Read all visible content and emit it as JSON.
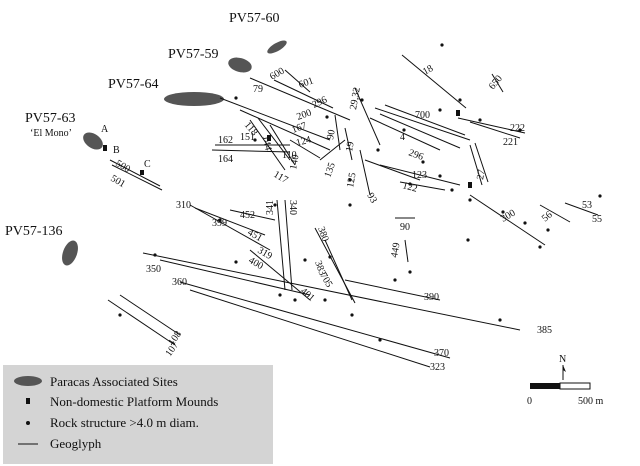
{
  "sites": {
    "pv57_60": "PV57-60",
    "pv57_59": "PV57-59",
    "pv57_64": "PV57-64",
    "pv57_63": "PV57-63",
    "el_mono": "‘El Mono’",
    "pv57_136": "PV57-136",
    "a": "A",
    "b": "B",
    "c": "C"
  },
  "geoglyph_labels": {
    "g18": "18",
    "g650": "650",
    "g600": "600",
    "g601": "601",
    "g79": "79",
    "g296a": "296",
    "g200": "200",
    "g2932": "29,32",
    "g700": "700",
    "g118": "118",
    "g167": "167",
    "g222": "222",
    "g221": "221",
    "g162": "162",
    "g151": "151",
    "g144": "144",
    "g124": "124",
    "g90a": "90",
    "g19": "19",
    "g4": "4",
    "g296b": "296",
    "g164": "164",
    "g110": "110",
    "g140": "140",
    "g117": "117",
    "g135": "135",
    "g125": "125",
    "g123": "123",
    "g122": "122",
    "g27": "27",
    "g93": "93",
    "g500": "500",
    "g501": "501",
    "g310": "310",
    "g399": "399",
    "g452": "452",
    "g451": "451",
    "g341": "341",
    "g340": "340",
    "g319": "319",
    "g90b": "90",
    "g300": "300",
    "g56": "56",
    "g53": "53",
    "g55": "55",
    "g380": "380",
    "g449": "449",
    "g350": "350",
    "g400": "400",
    "g383": "383",
    "g705": "705",
    "g360": "360",
    "g401": "401",
    "g390": "390",
    "g385": "385",
    "g108": "108",
    "g107": "107",
    "g370": "370",
    "g323": "323"
  },
  "legend": {
    "paracas": "Paracas Associated Sites",
    "platform": "Non-domestic Platform Mounds",
    "rock": "Rock structure >4.0 m diam.",
    "geoglyph": "Geoglyph"
  },
  "scale": {
    "zero": "0",
    "distance": "500 m"
  },
  "north": "N",
  "colors": {
    "sites": "#555555",
    "legend_bg": "#d4d4d4",
    "ink": "#111111"
  }
}
